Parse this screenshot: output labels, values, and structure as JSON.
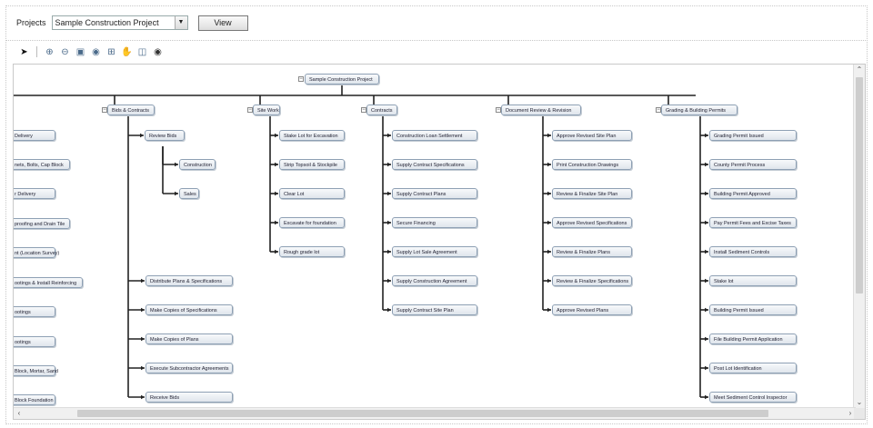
{
  "header": {
    "projects_label": "Projects",
    "project_value": "Sample Construction Project",
    "view_label": "View"
  },
  "toolbar": {
    "icons": [
      "pointer-icon",
      "zoom-in-icon",
      "zoom-out-icon",
      "zoom-fit-icon",
      "zoom-100-icon",
      "zoom-region-icon",
      "pan-hand-icon",
      "print-preview-icon",
      "binoculars-icon"
    ]
  },
  "tree": {
    "root": "Sample Construction Project",
    "branches": [
      {
        "label": "Bids & Contracts",
        "children": [
          "Review Bids",
          "Construction",
          "Sales",
          "Distribute Plans & Specifications",
          "Make Copies of Specifications",
          "Make Copies of Plans",
          "Execute Subcontractor Agreements",
          "Receive Bids"
        ]
      },
      {
        "label": "Site Work",
        "children": [
          "Stake Lot for Excavation",
          "Strip Topsoil & Stockpile",
          "Clear Lot",
          "Excavate for foundation",
          "Rough grade lot"
        ]
      },
      {
        "label": "Contracts",
        "children": [
          "Construction Loan Settlement",
          "Supply Contract Specifications",
          "Supply Contract Plans",
          "Secure Financing",
          "Supply Lot Sale Agreement",
          "Supply Construction Agreement",
          "Supply Contract Site Plan"
        ]
      },
      {
        "label": "Document Review & Revision",
        "children": [
          "Approve Revised Site Plan",
          "Print Construction Drawings",
          "Review & Finalize Site Plan",
          "Approve Revised Specifications",
          "Review & Finalize Plans",
          "Review & Finalize Specifications",
          "Approve Revised Plans"
        ]
      },
      {
        "label": "Grading & Building Permits",
        "children": [
          "Grading Permit Issued",
          "County Permit Process",
          "Building Permit Approved",
          "Pay Permit Fees and Excise Taxes",
          "Install Sediment Controls",
          "Stake lot",
          "Building Permit Issued",
          "File Building Permit Application",
          "Post Lot Identification",
          "Meet Sediment Control Inspector"
        ]
      }
    ],
    "left_partial": [
      "Delivery",
      "nets, Bolts, Cap Block",
      "r Delivery",
      "proofing and Drain Tile",
      "nt (Location Survey)",
      "ootings & Install Reinforcing",
      "ootings",
      "ootings",
      "Block, Mortar, Sand",
      "Block Foundation"
    ]
  },
  "colors": {
    "node_border": "#8ea0b4",
    "connector": "#222222"
  }
}
